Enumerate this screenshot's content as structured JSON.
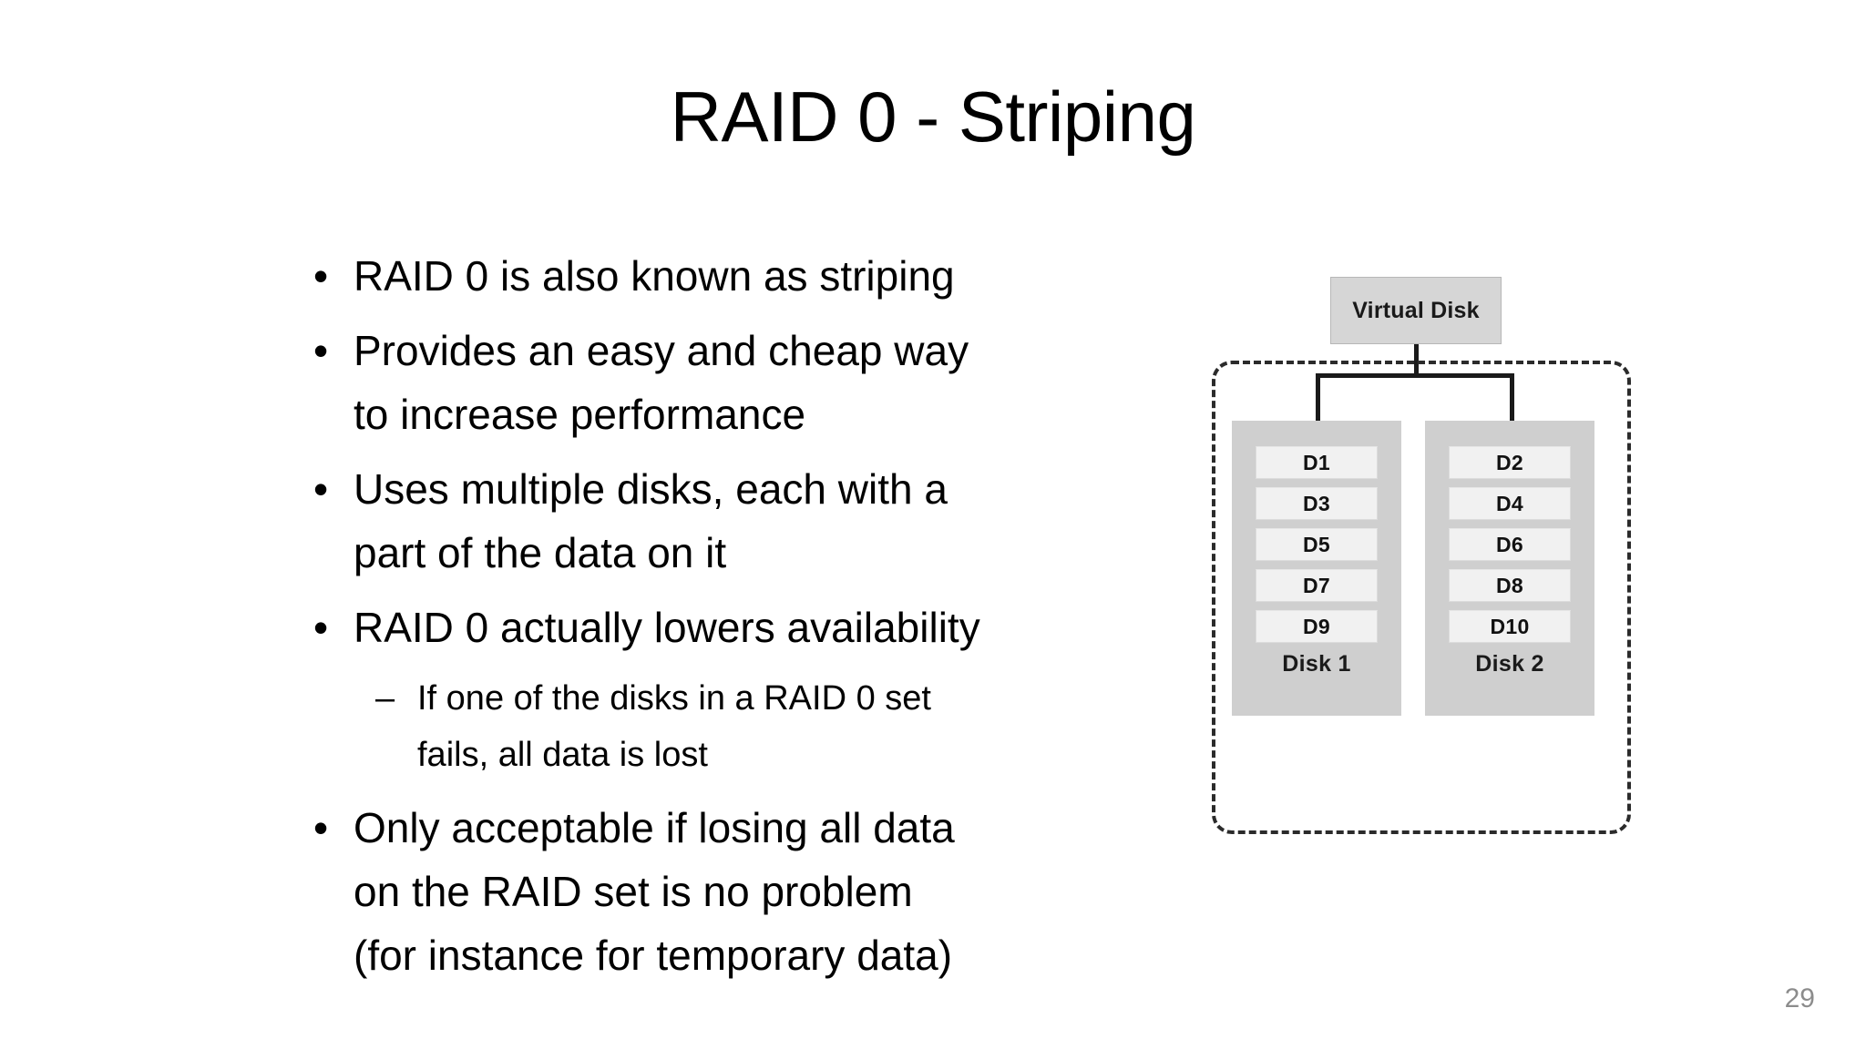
{
  "slide": {
    "title": "RAID 0 - Striping",
    "page_number": "29",
    "bullets": [
      {
        "marker": "•",
        "level": 1,
        "lines": [
          "RAID 0 is also known as striping"
        ]
      },
      {
        "marker": "•",
        "level": 1,
        "lines": [
          "Provides an easy and cheap way",
          "to increase performance"
        ]
      },
      {
        "marker": "•",
        "level": 1,
        "lines": [
          "Uses multiple disks, each with a",
          "part of the data on it"
        ]
      },
      {
        "marker": "•",
        "level": 1,
        "lines": [
          "RAID 0 actually lowers availability"
        ]
      },
      {
        "marker": "–",
        "level": 2,
        "lines": [
          "If one of the disks in a RAID 0 set",
          "fails, all data is lost"
        ]
      },
      {
        "marker": "•",
        "level": 1,
        "lines": [
          "Only acceptable if losing all data",
          "on the RAID set is no problem",
          "(for instance for temporary data)"
        ]
      }
    ]
  },
  "diagram": {
    "virtual_disk_label": "Virtual Disk",
    "disks": [
      {
        "name": "Disk 1",
        "blocks": [
          "D1",
          "D3",
          "D5",
          "D7",
          "D9"
        ]
      },
      {
        "name": "Disk 2",
        "blocks": [
          "D2",
          "D4",
          "D6",
          "D8",
          "D10"
        ]
      }
    ],
    "colors": {
      "virtual_disk_fill": "#d6d6d6",
      "disk_column_fill": "#cfcfcf",
      "block_fill": "#f1f1f1",
      "connector_line": "#1a1a1a",
      "dashed_border": "#2b2b2b",
      "page_number": "#8c8c8c",
      "text": "#000000",
      "background": "#ffffff"
    }
  }
}
